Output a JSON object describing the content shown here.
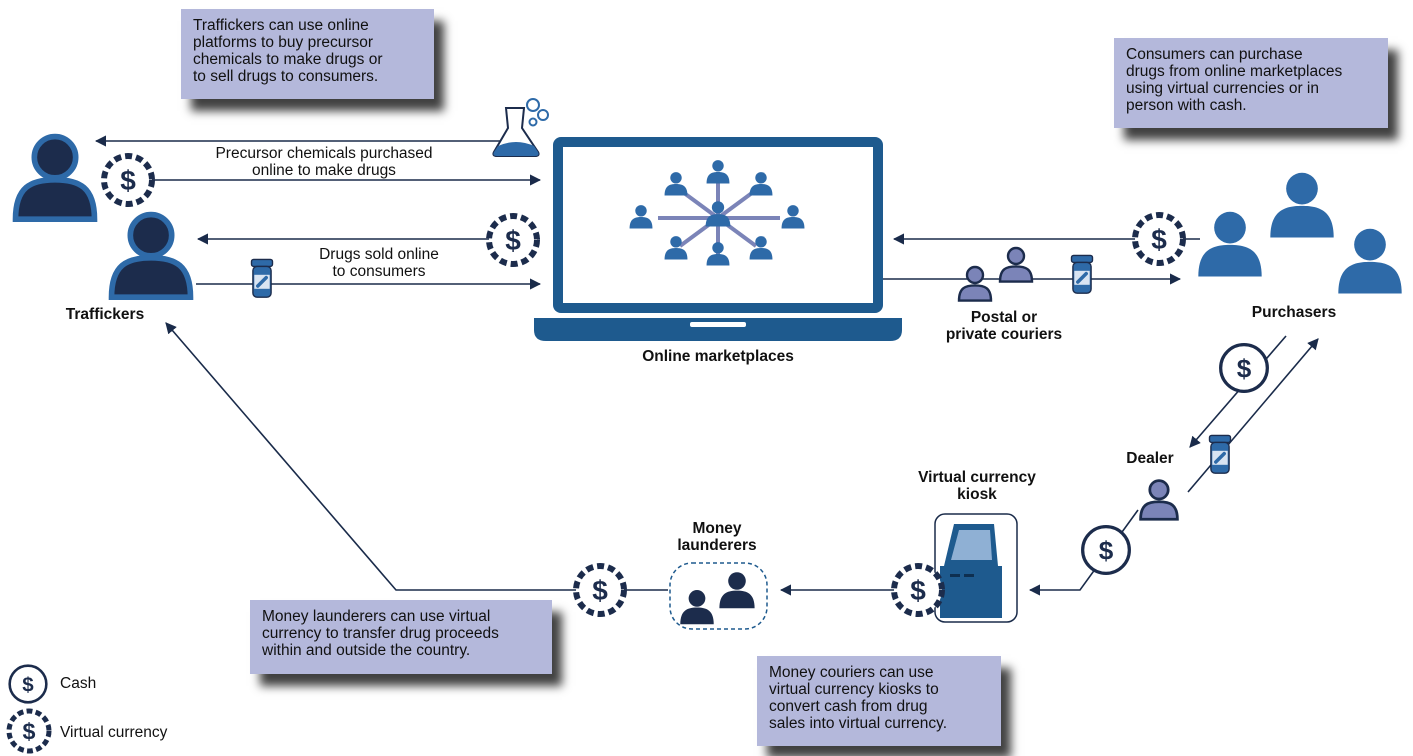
{
  "callouts": {
    "traffickers_note": "Traffickers can use online\nplatforms to buy precursor\nchemicals to make drugs or\nto sell drugs to consumers.",
    "consumers_note": "Consumers can purchase\ndrugs from online marketplaces\nusing virtual currencies or in\nperson with cash.",
    "launderers_note": "Money launderers can use virtual\ncurrency to transfer drug proceeds\nwithin and outside the country.",
    "couriers_note": "Money couriers can use\nvirtual currency kiosks to\nconvert cash from drug\nsales into virtual currency."
  },
  "labels": {
    "precursor": "Precursor chemicals purchased\nonline to make drugs",
    "drugs_sold": "Drugs sold online\nto consumers",
    "traffickers": "Traffickers",
    "online_marketplaces": "Online marketplaces",
    "postal_couriers": "Postal or\nprivate couriers",
    "purchasers": "Purchasers",
    "dealer": "Dealer",
    "kiosk": "Virtual currency\nkiosk",
    "money_launderers": "Money\nlaunderers"
  },
  "legend": {
    "cash": "Cash",
    "virtual_currency": "Virtual currency"
  },
  "icons": {
    "person": "person-icon",
    "cash": "cash-icon",
    "virtual_currency": "virtual-currency-icon",
    "flask": "flask-icon",
    "pill_bottle": "pill-bottle-icon",
    "laptop": "laptop-icon",
    "kiosk": "kiosk-icon"
  },
  "colors": {
    "navy": "#1a2b4a",
    "dark_person": "#1c2c4c",
    "blue_person": "#2e6aa8",
    "callout_bg": "#b4b8db",
    "laptop_blue": "#1e5a8e"
  }
}
